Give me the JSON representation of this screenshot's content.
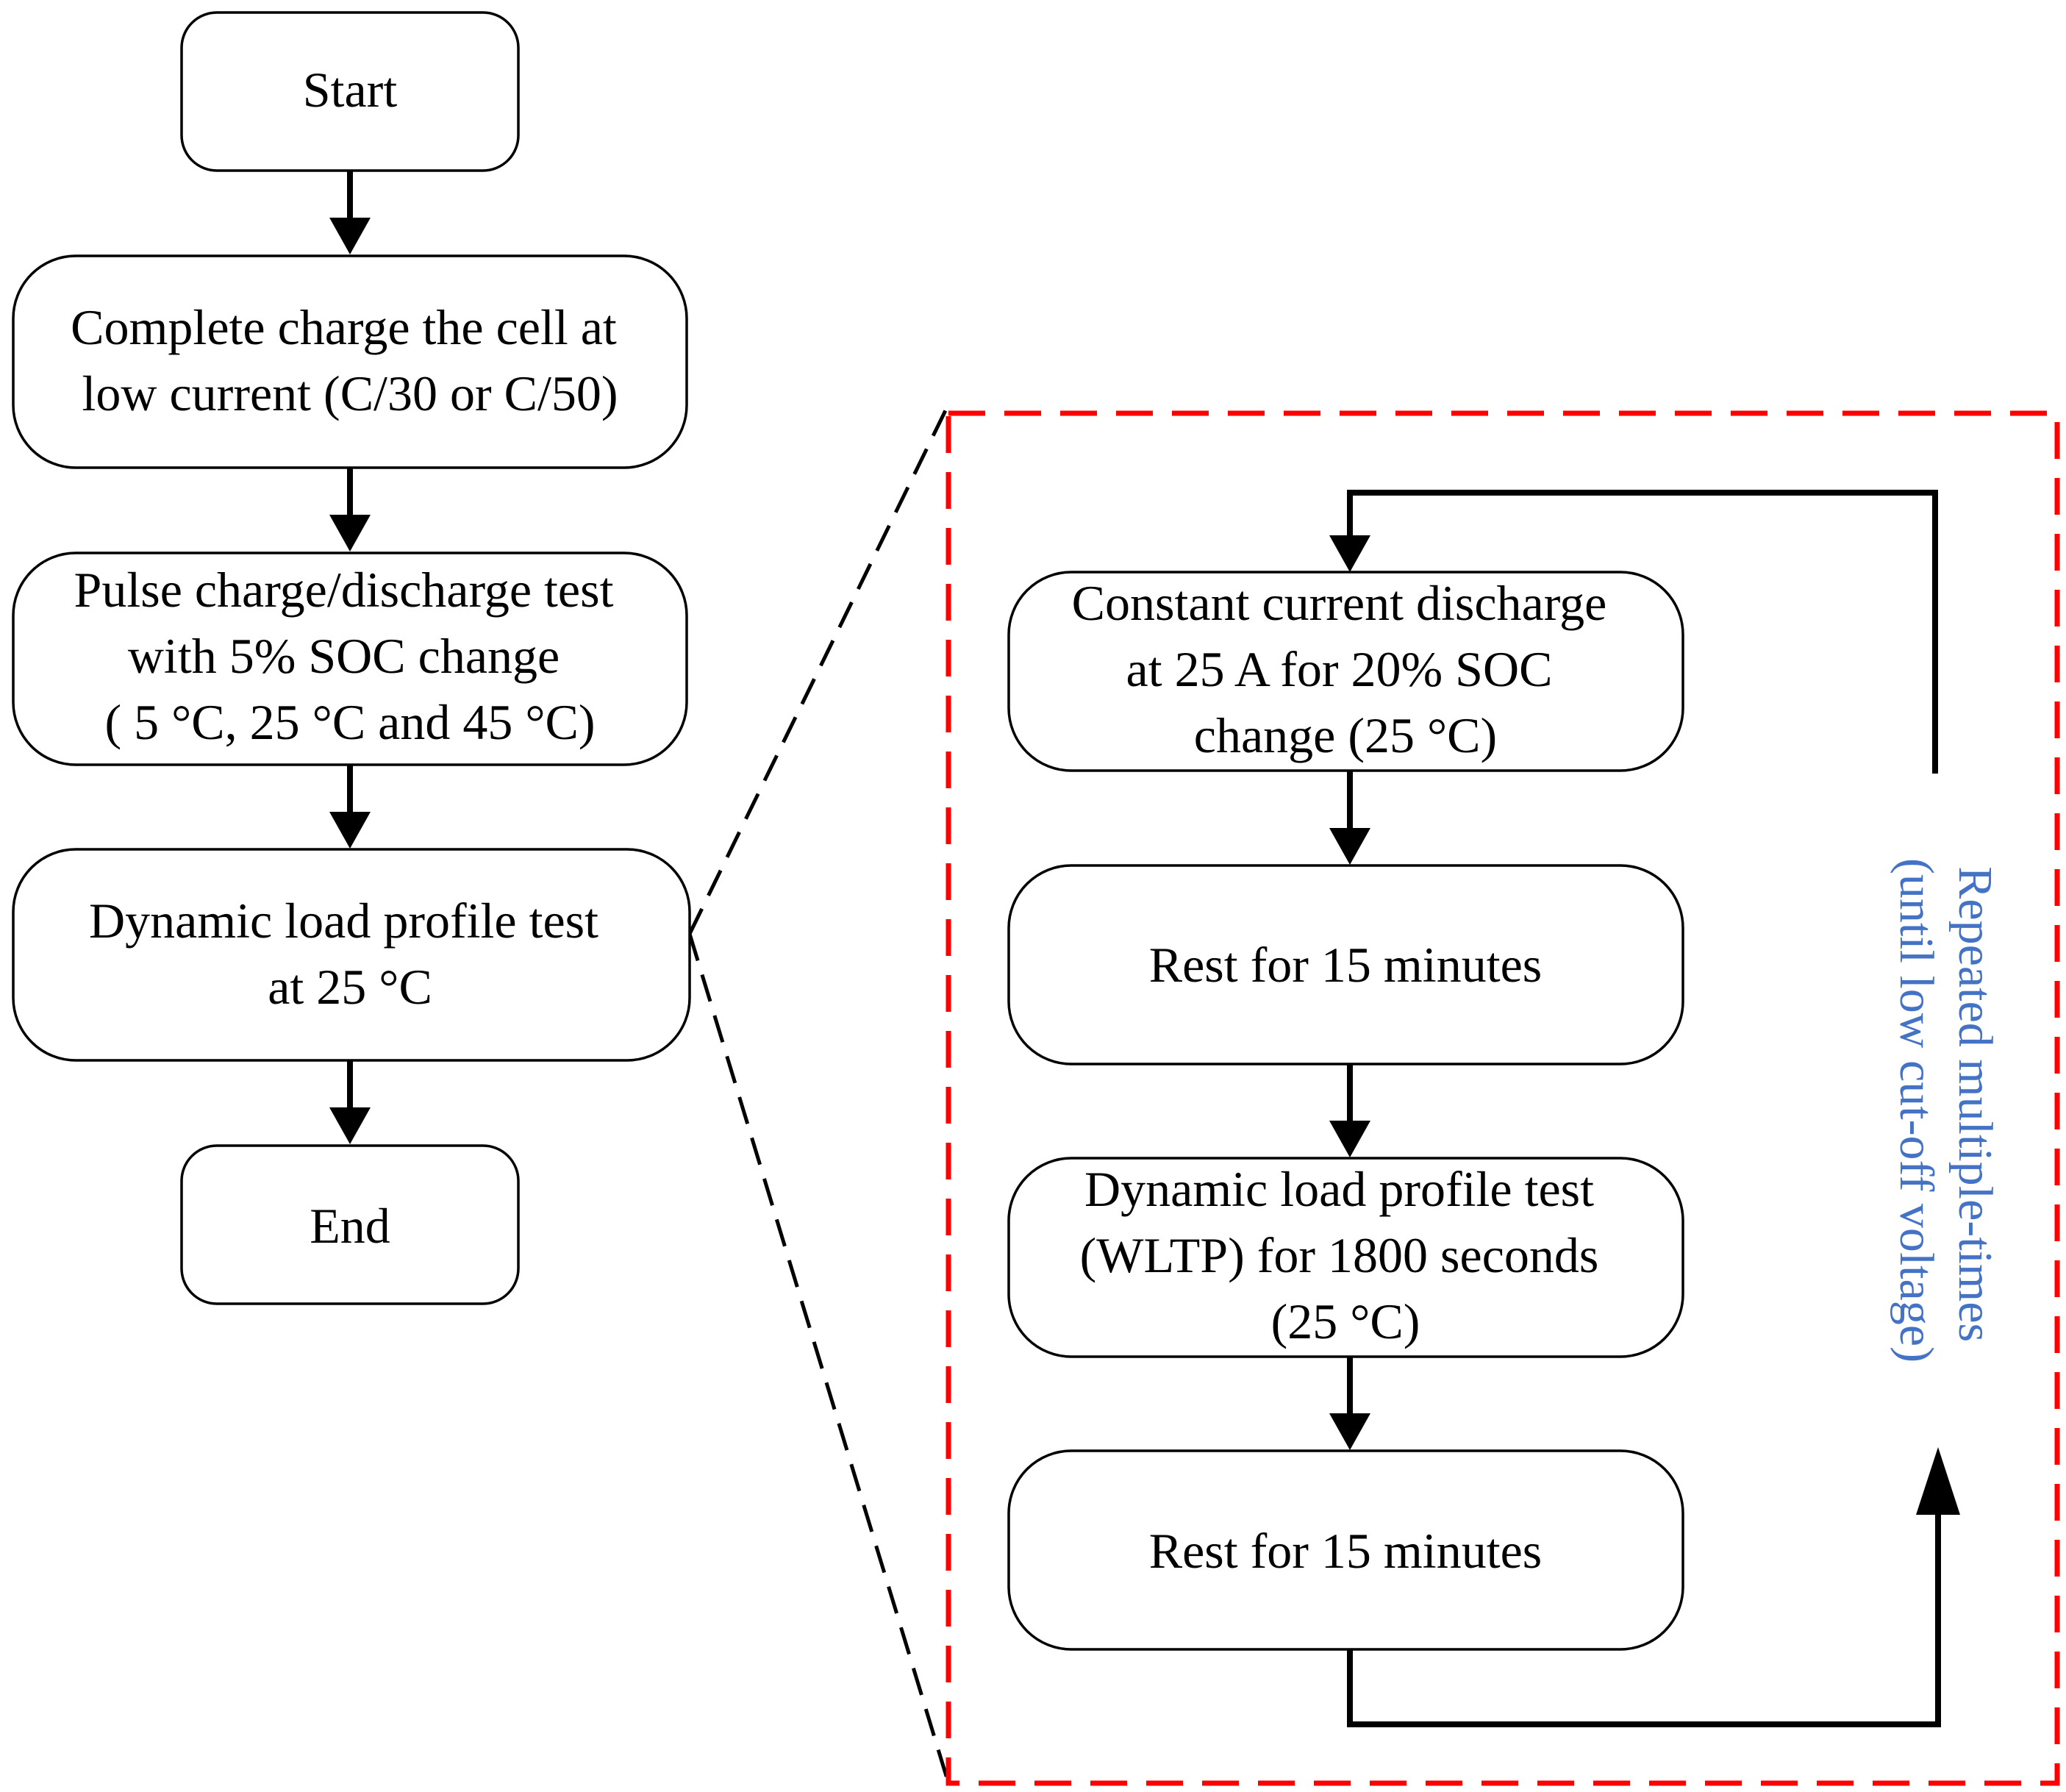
{
  "main_flow": {
    "start": [
      "Start"
    ],
    "charge": [
      "Complete charge the cell at",
      "low current (C/30 or C/50)"
    ],
    "pulse": [
      "Pulse charge/discharge test",
      "with 5% SOC change",
      "( 5 °C, 25 °C and 45 °C)"
    ],
    "dynamic": [
      "Dynamic load profile test",
      "at 25 °C"
    ],
    "end": [
      "End"
    ]
  },
  "detail_loop": {
    "discharge": [
      "Constant current discharge",
      "at 25 A  for 20% SOC",
      "change (25 °C)"
    ],
    "rest_1": [
      "Rest for 15 minutes"
    ],
    "wltp": [
      "Dynamic load profile test",
      "(WLTP) for 1800 seconds",
      "(25 °C)"
    ],
    "rest_2": [
      "Rest for 15 minutes"
    ],
    "loop_label": [
      "Repeated multiple-times",
      "(until low cut-off voltage)"
    ]
  },
  "colors": {
    "zoom_frame": "#ff0000",
    "loop_label": "#4472c4",
    "box_stroke": "#000000"
  }
}
